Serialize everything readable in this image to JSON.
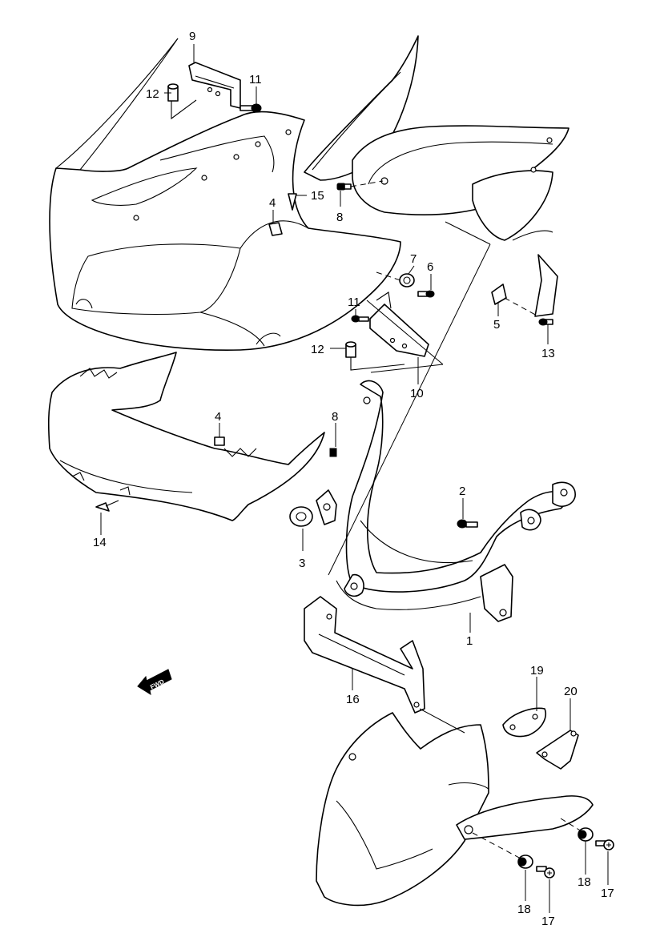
{
  "callouts": {
    "c1": "1",
    "c2": "2",
    "c3": "3",
    "c4a": "4",
    "c4b": "4",
    "c5": "5",
    "c6": "6",
    "c7": "7",
    "c8a": "8",
    "c8b": "8",
    "c9": "9",
    "c10": "10",
    "c11a": "11",
    "c11b": "11",
    "c12a": "12",
    "c12b": "12",
    "c13": "13",
    "c14": "14",
    "c15": "15",
    "c16": "16",
    "c17a": "17",
    "c17b": "17",
    "c18a": "18",
    "c18b": "18",
    "c19": "19",
    "c20": "20"
  },
  "fwd_arrow": {
    "label": "FWD"
  },
  "colors": {
    "line": "#000000",
    "background": "#ffffff"
  }
}
